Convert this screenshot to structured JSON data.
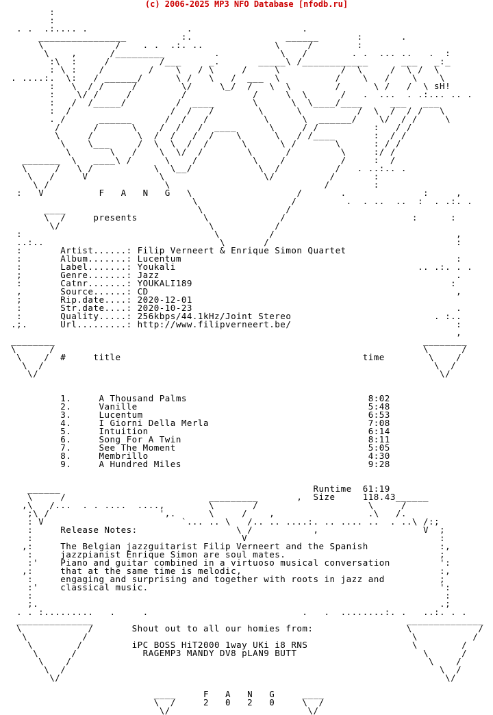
{
  "header": {
    "link_text": "(c) 2006-2025 MP3 NFO Database [nfodb.ru]"
  },
  "colors": {
    "header_link": "#cc0000",
    "text": "#000000",
    "background": "#ffffff"
  },
  "nfo": {
    "lines": [
      "         :",
      "         :",
      "   . .  .:.... .                  .                    .",
      "       ________________          :.                 ______       :       .",
      "       \\             /    . .  .:. ..             \\     /        :",
      "        \\    ,      /_________         .           \\   /        . .  ... ..   .  :",
      "         :\\  :     /         /___     _.       _____\\ /____________      ___   _:_",
      "         : \\ :    /        /    \\   / \\     /     \\           /  \\     /  \\ /  \\",
      "  . ....:.  \\:   / ______/      \\ /   \\   /  ___  \\          /    \\   /    \\    \\",
      "         :   \\  / /     /        \\/     \\_/  /   \\  \\        /      \\ /   /  \\ sH!",
      "         :    \\/ /     /         /            /     \\  \\      /   .  ...  . .:... .. .",
      "         :   /  /_____/         /  ____       \\      \\  \\____/____     ___   ___",
      "         :  /                  /  /   /        \\      \\          /  \\  /  / /   \\",
      "         . /      ______      /  /   /          \\      \\  ______/    \\/  / /     \\",
      "          /      /      \\    /  /   /  ____      \\     / /          :   / /",
      "          \\     /        \\  /  /   /  /    \\      \\   / /____       :  / /",
      "           \\    \\___     /  \\  \\  /  /      \\      \\ /       \\      : / /",
      "            \\       \\   /    \\  \\/  /        \\      /         \\     :/ /",
      "    _______  \\   ____\\ /      \\    /          \\    /          /     :  /",
      "    \\     /   \\ /           \\  \\__/            \\  /          /   . ..:.. .",
      "     \\   /     V             \\                  \\/          /       :",
      "      \\ /                     \\                            /        :",
      "   :   V          F   A   N   G   \\                   /       .              :     ,",
      "                                   \\                 /         .  . ..  ..  :  . .:. .",
      "        ____                        \\               /",
      "        \\  /     presents            \\             /                       :      :",
      "         \\/                           \\           /",
      "   :                                   \\         /                                 ,",
      "   ..:..                                \\       /                                  :",
      "   :       Artist......: Filip Verneert & Enrique Simon Quartet",
      "   :       Album.......: Lucentum                                                  :",
      "   :       Label.......: Youkali                                            .. .:. . .",
      "   ;       Genre.......: Jazz                                                      .",
      "   :       Catnr.......: YOUKALI189                                               :",
      "   ,       Source......: CD                                                        ,",
      "   ;       Rip.date....: 2020-12-01",
      "   :       Str.date....: 2020-10-23                                                .",
      "   :       Quality.....: 256kbps/44.1kHz/Joint Stereo                          . :..",
      "  .;.      Url.........: http://www.filipverneert.be/                              :",
      "                                                                                   ,",
      "  ________                                                                   ________",
      "  \\      /                                                                   \\      /",
      "   \\    /  #     title                                            time        \\    /",
      "    \\  /                                                                       \\  /",
      "     \\/                                                                         \\/",
      "",
      "",
      "           1.     A Thousand Palms                                 8:02",
      "           2.     Vanille                                          5:48",
      "           3.     Lucentum                                         6:53",
      "           4.     I Giorni Della Merla                             7:08",
      "           5.     Intuition                                        6:14",
      "           6.     Song For A Twin                                  8:11",
      "           7.     See The Moment                                   5:05",
      "           8.     Membrillo                                        4:30",
      "           9.     A Hundred Miles                                  9:28",
      "",
      "",
      "     ______                                              Runtime  61:19",
      "     \\     /                          _________       ,  Size     118.43______",
      "    ,\\   /...  . . ....  ....,        \\       /                    \\     /",
      "     ;\\ /                    ',.      \\     /    ,                 .\\   /.",
      "     : V                         `... .. \\   /.. .. ....:. .. .... ..  . ..\\ /:;",
      "     :     Release Notes:                  \\ /           ,                   V  ;",
      "     :                                      V                                   :",
      "    ,:     The Belgian jazzguitarist Filip Verneert and the Spanish             :,",
      "     :     jazzpianist Enrique Simon are soul mates.                            ;",
      "     :'    Piano and guitar combined in a virtuoso musical conversation         ':",
      "    ,:     that at the same time is melodic,                                    :,",
      "     :     engaging and surprising and together with roots in jazz and          ;",
      "     :'    classical music.                                                     ':",
      "     :                                                                           :",
      "     ;.                                                                         .;",
      "   . . :.........   .     .                            .   .  ........:. .   ..:. . .",
      "   ______________                                                         ______________",
      "   \\            /       Shout out to all our homies from:                 \\            /",
      "    \\          /                                                           \\          /",
      "     \\        /         iPC BOSS HiT2000 1way UKi i8 RNS                   \\        /",
      "      \\      /            RAGEMP3 MANDY DV8 pLAN9 BUTT                       \\      /",
      "       \\    /                                                                 \\    /",
      "        \\  /                                                                    \\  /",
      "         \\/                                                                      \\/",
      "",
      "                            ____     F   A   N   G     ____",
      "                            \\  /     2   0   2   0     \\  /",
      "                             \\/                         \\/"
    ]
  }
}
